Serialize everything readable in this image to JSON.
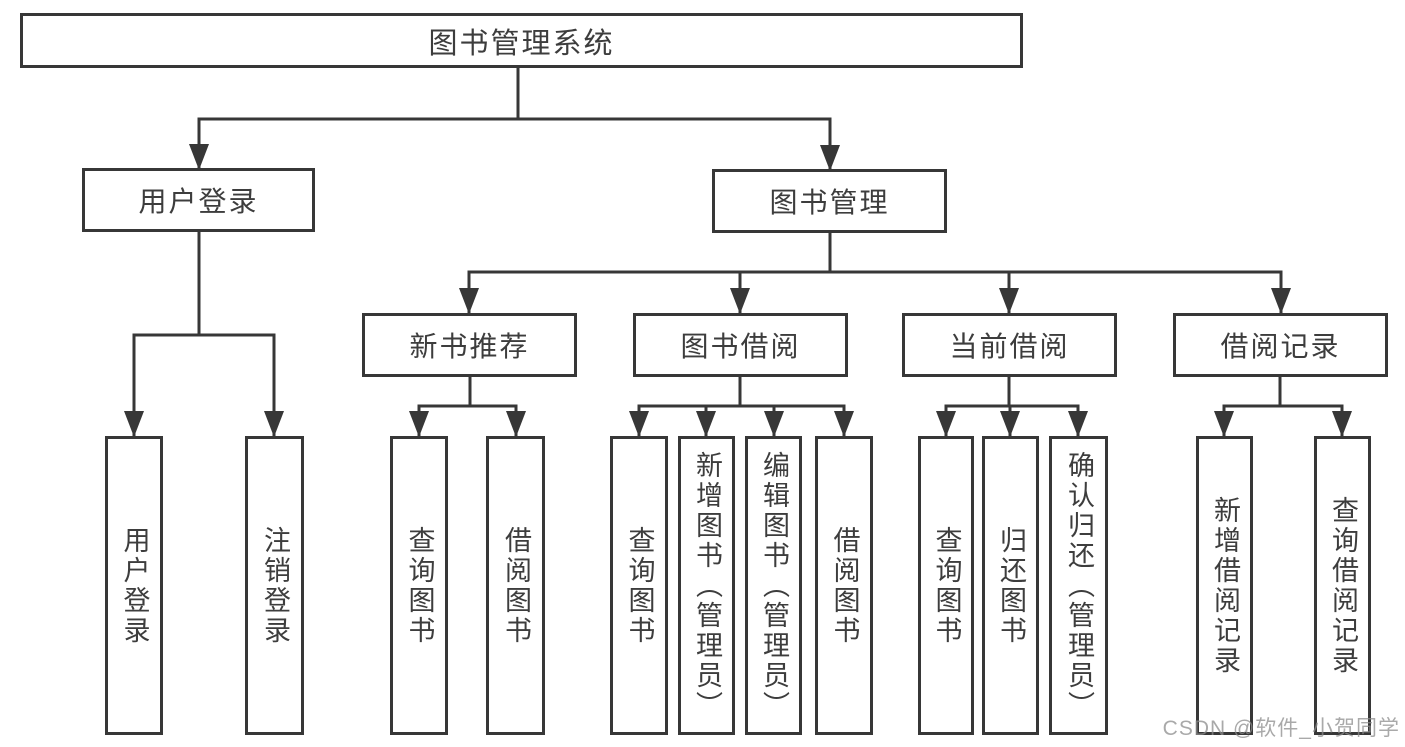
{
  "tree": {
    "label": "图书管理系统",
    "children": [
      {
        "label": "用户登录",
        "children": [
          {
            "label": "用户登录"
          },
          {
            "label": "注销登录"
          }
        ]
      },
      {
        "label": "图书管理",
        "children": [
          {
            "label": "新书推荐",
            "children": [
              {
                "label": "查询图书"
              },
              {
                "label": "借阅图书"
              }
            ]
          },
          {
            "label": "图书借阅",
            "children": [
              {
                "label": "查询图书"
              },
              {
                "label": "新增图书（管理员）"
              },
              {
                "label": "编辑图书（管理员）"
              },
              {
                "label": "借阅图书"
              }
            ]
          },
          {
            "label": "当前借阅",
            "children": [
              {
                "label": "查询图书"
              },
              {
                "label": "归还图书"
              },
              {
                "label": "确认归还（管理员）"
              }
            ]
          },
          {
            "label": "借阅记录",
            "children": [
              {
                "label": "新增借阅记录"
              },
              {
                "label": "查询借阅记录"
              }
            ]
          }
        ]
      }
    ]
  },
  "watermark": {
    "text": "CSDN @软件_小贺同学"
  },
  "colors": {
    "line": "#373737",
    "text": "#3d3d3d",
    "watermark": "#8c8c8c",
    "background": "#ffffff"
  }
}
